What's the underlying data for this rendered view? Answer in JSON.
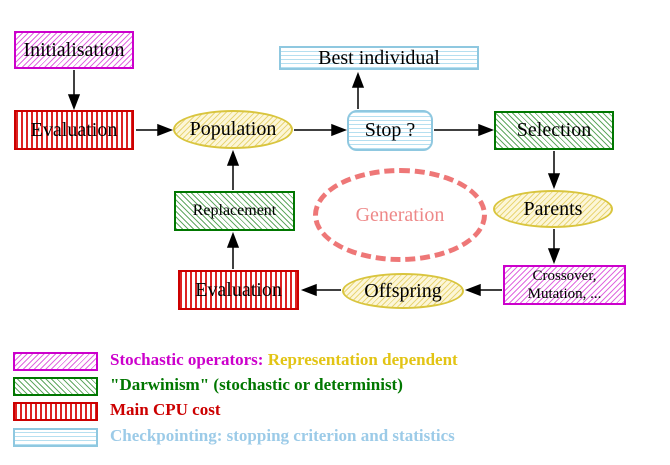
{
  "diagram": {
    "title_implicit": "Evolutionary algorithm flow",
    "nodes": {
      "initialisation": "Initialisation",
      "evaluation_top": "Evaluation",
      "population": "Population",
      "best_individual": "Best individual",
      "stop": "Stop ?",
      "selection": "Selection",
      "parents": "Parents",
      "replacement": "Replacement",
      "generation": "Generation",
      "crossover_line1": "Crossover,",
      "crossover_line2": "Mutation, ...",
      "offspring": "Offspring",
      "evaluation_bottom": "Evaluation"
    },
    "legend": {
      "stochastic_label": "Stochastic operators:",
      "stochastic_detail": "Representation dependent",
      "darwinism": "\"Darwinism\" (stochastic or determinist)",
      "cpu": "Main CPU cost",
      "checkpointing": "Checkpointing: stopping criterion and statistics"
    },
    "colors": {
      "magenta": "#cc00cc",
      "green": "#007700",
      "red": "#cc0000",
      "cyan": "#8fc8e0",
      "yellow_border": "#d9c53e",
      "salmon": "#ee7777",
      "gold_text": "#e2c414",
      "lightblue_text": "#9ccbe8"
    }
  }
}
